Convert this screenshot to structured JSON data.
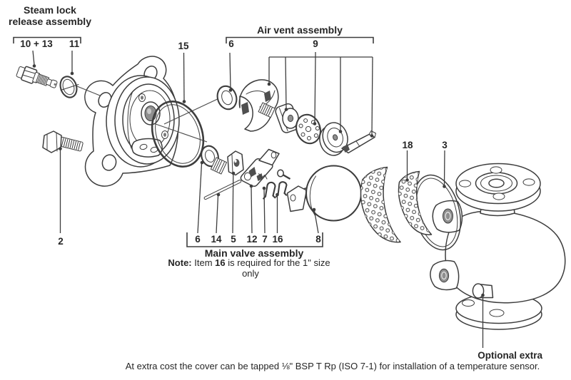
{
  "colors": {
    "line": "#3d3d3d",
    "text": "#262626",
    "background": "#ffffff",
    "dark_fill": "#4f4f4f"
  },
  "labels": {
    "steam_lock_title_1": "Steam lock",
    "steam_lock_title_2": "release assembly",
    "steam_lock_item_a": "10 + 13",
    "steam_lock_item_b": "11",
    "air_vent_title": "Air vent assembly",
    "air_vent_item_washer": "6",
    "air_vent_item_group": "9",
    "cover_oring": "15",
    "cover_bolt": "2",
    "main_valve_title": "Main valve assembly",
    "mv_item_washer": "6",
    "mv_item_rod": "14",
    "mv_item_seat": "5",
    "mv_item_lever": "12",
    "mv_item_clip_a": "7",
    "mv_item_clip_b": "16",
    "mv_item_float": "8",
    "strainer": "18",
    "gasket": "3",
    "optional_extra": "Optional extra"
  },
  "note": {
    "bold_prefix": "Note:",
    "text_1": " Item ",
    "bold_item": "16",
    "text_2": " is required for the 1\" size",
    "line_2": "only"
  },
  "footer": "At extra cost the cover can be tapped ⅛\" BSP T Rp (ISO 7-1) for installation of a temperature sensor."
}
